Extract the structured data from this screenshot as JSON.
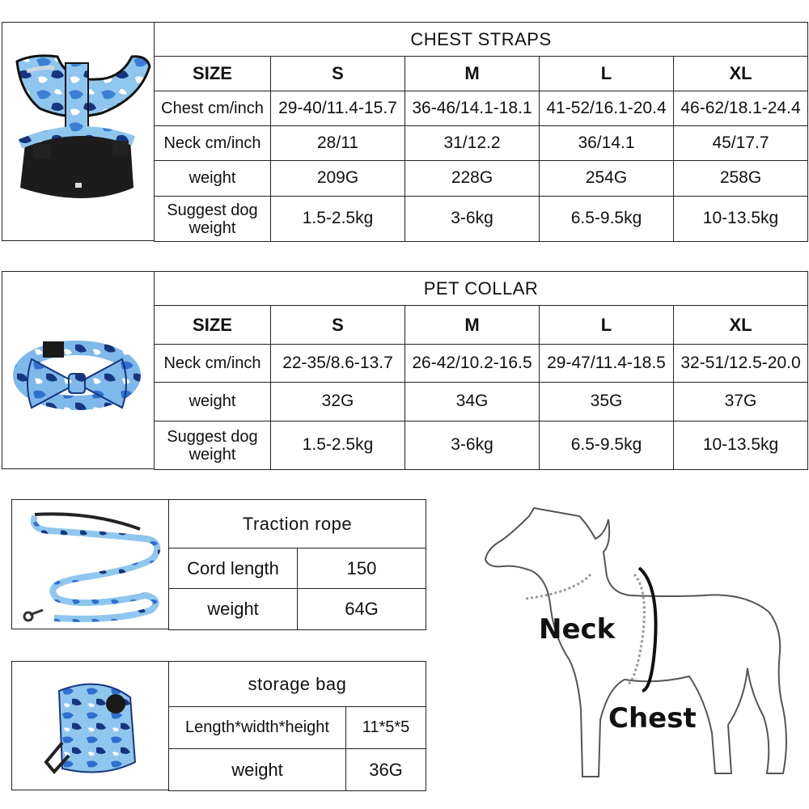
{
  "chest_straps": {
    "title": "CHEST STRAPS",
    "headers": [
      "SIZE",
      "S",
      "M",
      "L",
      "XL"
    ],
    "rows": [
      {
        "label": "Chest cm/inch",
        "values": [
          "29-40/11.4-15.7",
          "36-46/14.1-18.1",
          "41-52/16.1-20.4",
          "46-62/18.1-24.4"
        ]
      },
      {
        "label": "Neck cm/inch",
        "values": [
          "28/11",
          "31/12.2",
          "36/14.1",
          "45/17.7"
        ]
      },
      {
        "label": "weight",
        "values": [
          "209G",
          "228G",
          "254G",
          "258G"
        ]
      },
      {
        "label": "Suggest dog weight",
        "values": [
          "1.5-2.5kg",
          "3-6kg",
          "6.5-9.5kg",
          "10-13.5kg"
        ]
      }
    ]
  },
  "pet_collar": {
    "title": "PET COLLAR",
    "headers": [
      "SIZE",
      "S",
      "M",
      "L",
      "XL"
    ],
    "rows": [
      {
        "label": "Neck cm/inch",
        "values": [
          "22-35/8.6-13.7",
          "26-42/10.2-16.5",
          "29-47/11.4-18.5",
          "32-51/12.5-20.0"
        ]
      },
      {
        "label": "weight",
        "values": [
          "32G",
          "34G",
          "35G",
          "37G"
        ]
      },
      {
        "label": "Suggest dog weight",
        "values": [
          "1.5-2.5kg",
          "3-6kg",
          "6.5-9.5kg",
          "10-13.5kg"
        ]
      }
    ]
  },
  "traction_rope": {
    "title": "Traction rope",
    "rows": [
      {
        "label": "Cord length",
        "value": "150"
      },
      {
        "label": "weight",
        "value": "64G"
      }
    ]
  },
  "storage_bag": {
    "title": "storage bag",
    "rows": [
      {
        "label": "Length*width*height",
        "value": "11*5*5"
      },
      {
        "label": "weight",
        "value": "36G"
      }
    ]
  },
  "dog_diagram": {
    "neck_label": "Neck",
    "chest_label": "Chest"
  },
  "colors": {
    "camo_light": "#8fc6ee",
    "camo_mid": "#3d7fd6",
    "camo_dark": "#16357f",
    "border": "#222222"
  }
}
